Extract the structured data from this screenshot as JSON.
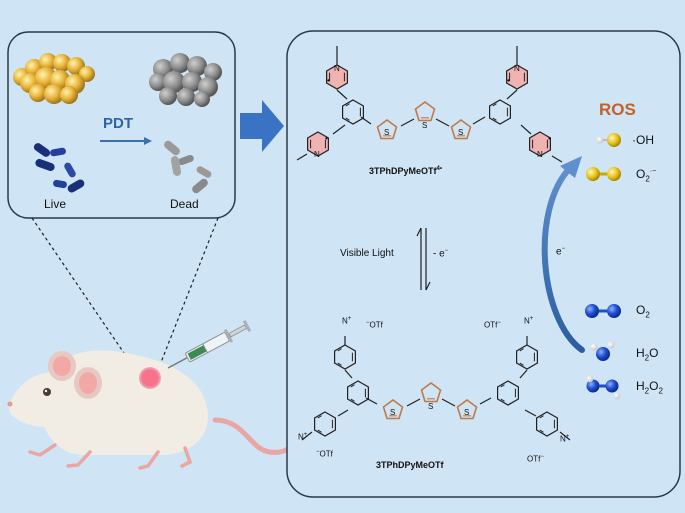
{
  "inset": {
    "pdt_label": "PDT",
    "live_label": "Live",
    "dead_label": "Dead"
  },
  "molecules": {
    "top_name": "3TPhDPyMeOTf",
    "top_superscript": "4•",
    "bottom_name": "3TPhDPyMeOTf",
    "atom_S": "S",
    "atom_N": "N",
    "charge_plus": "+",
    "counterion": "OTf",
    "counterion_minus": "−",
    "radical_dot": "•"
  },
  "conversion": {
    "light_label": "Visible Light",
    "electron_loss": "- e",
    "electron_loss_sup": "−",
    "electron_transfer": "e",
    "electron_transfer_sup": "−"
  },
  "ros": {
    "title": "ROS",
    "oh": "·OH",
    "o2_superoxide": "O",
    "o2_superoxide_sub": "2",
    "o2_superoxide_sup": "·−",
    "o2": "O",
    "o2_sub": "2",
    "h2o_a": "H",
    "h2o_sub": "2",
    "h2o_b": "O",
    "h2o2_a": "H",
    "h2o2_sub1": "2",
    "h2o2_b": "O",
    "h2o2_sub2": "2"
  },
  "colors": {
    "background": "#cfe4f4",
    "panel_border": "#2b3a4a",
    "pyridinium_fill": "#f0b3b3",
    "thiophene": "#c07a4a",
    "arrow_blue": "#3b6fb0",
    "ros_title": "#c0622a",
    "sulfur_ball": "#e8c21a",
    "oxygen_ball": "#1f4fd1"
  }
}
